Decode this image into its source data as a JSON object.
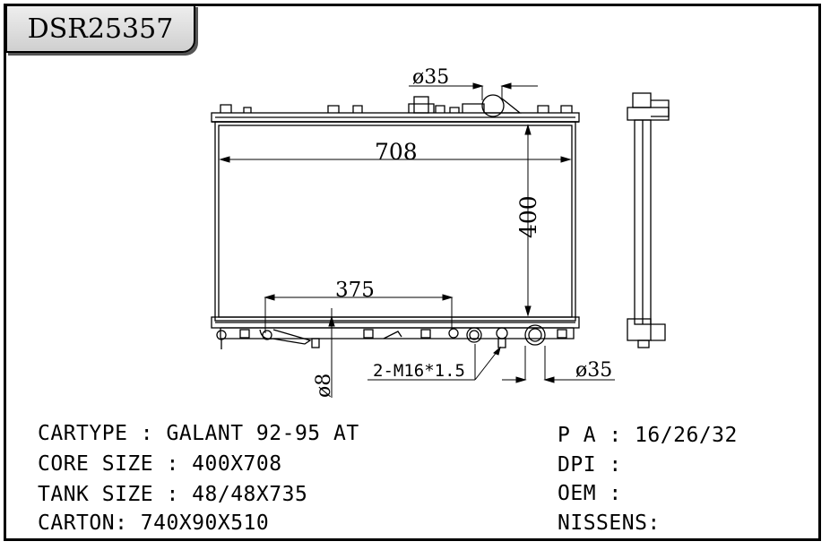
{
  "part_number": "DSR25357",
  "dimensions": {
    "width": "708",
    "height": "400",
    "pipe_spacing": "375",
    "inlet_diameter": "ø35",
    "outlet_diameter": "ø35",
    "bottom_pin": "ø8",
    "thread": "2-M16*1.5"
  },
  "specs": {
    "cartype": "CARTYPE : GALANT 92-95 AT",
    "core_size": "CORE SIZE : 400X708",
    "tank_size": "TANK SIZE : 48/48X735",
    "carton": "CARTON: 740X90X510",
    "pa": "P A : 16/26/32",
    "dpi": "DPI :",
    "oem": "OEM :",
    "nissens": "NISSENS:"
  }
}
